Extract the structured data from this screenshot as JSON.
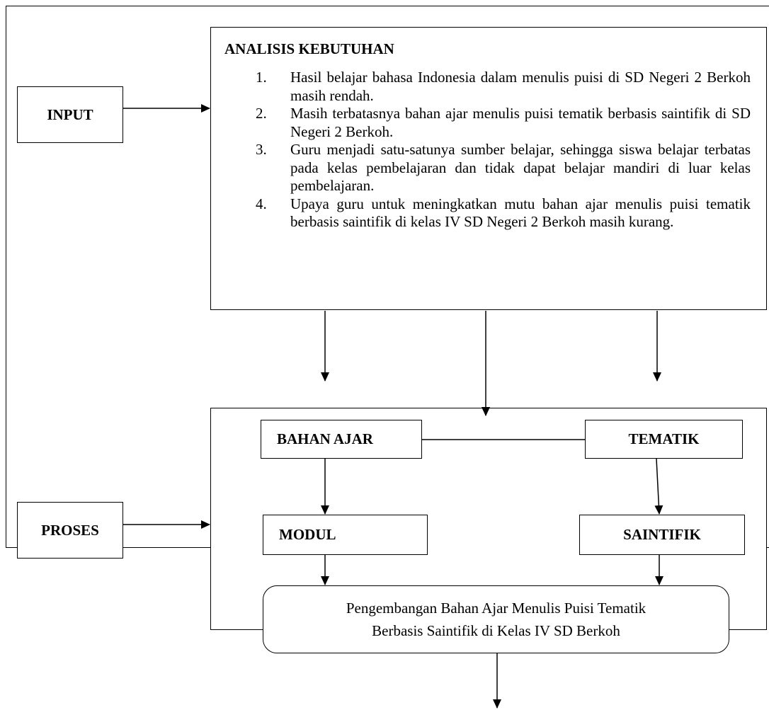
{
  "analysis": {
    "title": "ANALISIS KEBUTUHAN",
    "items": [
      {
        "num": "1.",
        "text": "Hasil belajar bahasa Indonesia dalam menulis puisi di SD Negeri 2 Berkoh masih rendah."
      },
      {
        "num": "2.",
        "text": "Masih terbatasnya bahan ajar menulis puisi tematik berbasis saintifik di SD Negeri 2 Berkoh."
      },
      {
        "num": "3.",
        "text": "Guru menjadi satu-satunya sumber belajar, sehingga siswa belajar terbatas pada kelas pembelajaran dan tidak dapat belajar mandiri di luar kelas pembelajaran."
      },
      {
        "num": "4.",
        "text": "Upaya guru untuk meningkatkan mutu bahan ajar menulis puisi tematik berbasis saintifik di kelas IV SD Negeri 2 Berkoh masih kurang."
      }
    ]
  },
  "stages": {
    "input": "INPUT",
    "proses": "PROSES"
  },
  "process": {
    "bahan_ajar": "BAHAN AJAR",
    "tematik": "TEMATIK",
    "modul": "MODUL",
    "saintifik": "SAINTIFIK",
    "result_line1": "Pengembangan Bahan Ajar Menulis Puisi Tematik",
    "result_line2": "Berbasis Saintifik di Kelas IV SD Berkoh"
  }
}
